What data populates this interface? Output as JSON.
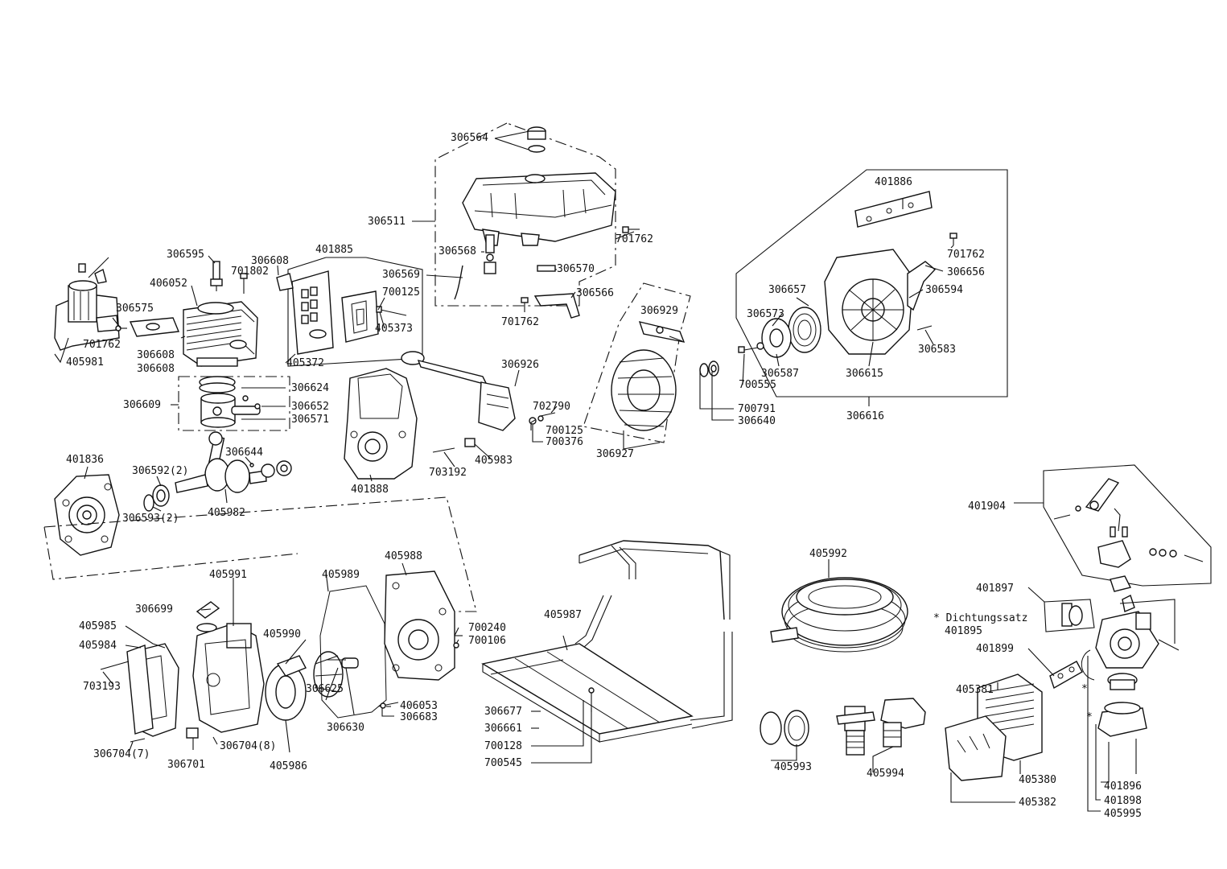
{
  "labels": {
    "l306564": "306564",
    "l306511": "306511",
    "l701762a": "701762",
    "l306568": "306568",
    "l306570": "306570",
    "l306569": "306569",
    "l306566": "306566",
    "l701762b": "701762",
    "l401885": "401885",
    "l700125a": "700125",
    "l405373": "405373",
    "l405372": "405372",
    "l306595": "306595",
    "l701802": "701802",
    "l306608a": "306608",
    "l406052": "406052",
    "l306575": "306575",
    "l701762c": "701762",
    "l306608b": "306608",
    "l306608c": "306608",
    "l405981": "405981",
    "l306624": "306624",
    "l306652": "306652",
    "l306571": "306571",
    "l306609": "306609",
    "l306644": "306644",
    "l401836": "401836",
    "l306592": "306592(2)",
    "l306593": "306593(2)",
    "l405982": "405982",
    "l401888": "401888",
    "l306926": "306926",
    "l702790": "702790",
    "l700125b": "700125",
    "l700376": "700376",
    "l405983": "405983",
    "l703192": "703192",
    "l306929": "306929",
    "l306927": "306927",
    "l700791": "700791",
    "l306640": "306640",
    "l401886": "401886",
    "l701762d": "701762",
    "l306656": "306656",
    "l306594": "306594",
    "l306657": "306657",
    "l306573": "306573",
    "l306583": "306583",
    "l306587": "306587",
    "l306615": "306615",
    "l700555": "700555",
    "l306616": "306616",
    "l405991": "405991",
    "l405989": "405989",
    "l405988": "405988",
    "l306699": "306699",
    "l405985": "405985",
    "l405984": "405984",
    "l405990": "405990",
    "l700240": "700240",
    "l700106": "700106",
    "l703193": "703193",
    "l306625": "306625",
    "l406053": "406053",
    "l306683": "306683",
    "l306630": "306630",
    "l306704a": "306704(7)",
    "l306701": "306701",
    "l306704b": "306704(8)",
    "l405986": "405986",
    "l405987": "405987",
    "l306677": "306677",
    "l306661": "306661",
    "l700128": "700128",
    "l700545": "700545",
    "l405992": "405992",
    "l405993": "405993",
    "l405994": "405994",
    "l401904": "401904",
    "l401897": "401897",
    "l dichtung": "* Dichtungssatz",
    "l401895": "401895",
    "l401899": "401899",
    "l405381": "405381",
    "l405380": "405380",
    "l405382": "405382",
    "l401896": "401896",
    "l401898": "401898",
    "l405995": "405995",
    "star1": "*",
    "star2": "*"
  },
  "icons": [
    "fuel-tank-icon",
    "engine-cylinder-icon",
    "carburetor-icon",
    "muffler-icon",
    "crankshaft-icon",
    "flywheel-icon",
    "recoil-starter-icon",
    "pump-housing-icon",
    "impeller-icon",
    "frame-icon",
    "hose-coil-icon",
    "hose-clamp-icon",
    "hose-coupling-icon",
    "strainer-icon",
    "valve-assembly-icon"
  ]
}
